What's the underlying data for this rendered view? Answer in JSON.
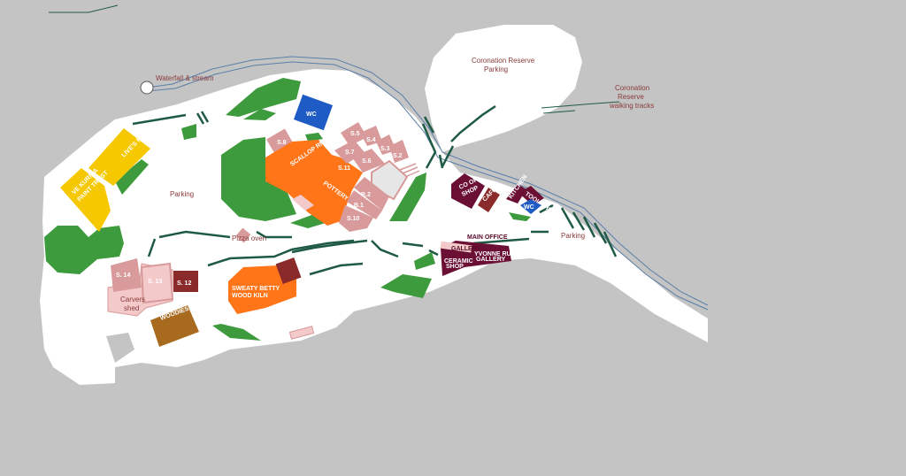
{
  "colors": {
    "background": "#c4c4c4",
    "land": "#ffffff",
    "green": "#3d9a3d",
    "road": "#1f5a45",
    "stream": "#5a7fa8",
    "orange": "#ff7518",
    "yellow": "#f5c800",
    "pink": "#d89a9a",
    "lightpink": "#f3c9c9",
    "maroon": "#6b0f35",
    "brick": "#8b2a2a",
    "brown": "#a86a1e",
    "blue": "#1f5bc4"
  },
  "labels": {
    "waterfall": "Waterfall & stream",
    "coronation_parking_1": "Coronation Reserve",
    "coronation_parking_2": "Parking",
    "walking_1": "Coronation",
    "walking_2": "Reserve",
    "walking_3": "walking tracks",
    "parking_west": "Parking",
    "parking_east": "Parking",
    "pizza_oven": "Pizza oven",
    "carvers_1": "Carvers",
    "carvers_2": "shed"
  },
  "buildings": {
    "wc_north": "WC",
    "lives_paint": "LIVE'S PAINT",
    "heritage_1": "VE KURIHA",
    "heritage_2": "PAINT TRUST",
    "s8": "S.8",
    "scallop": "SCALLOP RM",
    "pottery": "POTTERY RM",
    "s11": "S.11",
    "s5": "S.5",
    "s4": "S.4",
    "s7": "S.7",
    "s3": "S.3",
    "s2": "S.2",
    "s6": "S.6",
    "b2": "B.2",
    "b1": "B.1",
    "s10": "S.10",
    "coop_1": "CO OP",
    "coop_2": "SHOP",
    "cafe": "CAFE",
    "kitchen": "KITCHEN",
    "tool_shed": "TOOL SHED",
    "wc_east": "WC",
    "main_office": "MAIN OFFICE",
    "gallery": "GALLERY",
    "ceramic_1": "CERAMIC",
    "ceramic_2": "SHOP",
    "yvonne_1": "YVONNE RUST",
    "yvonne_2": "GALLERY",
    "s14": "S. 14",
    "s13": "S. 13",
    "s12": "S. 12",
    "woodies": "WOODIES",
    "kiln_1": "SWEATY BETTY",
    "kiln_2": "WOOD KILN"
  }
}
